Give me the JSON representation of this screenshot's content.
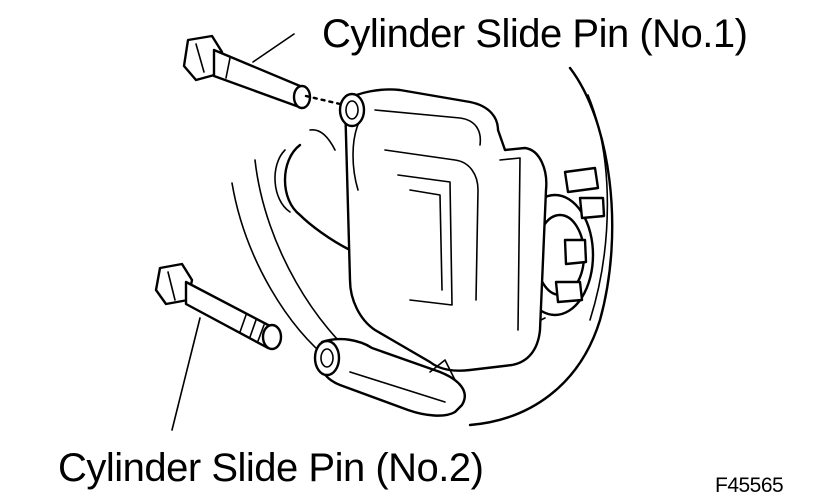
{
  "labels": {
    "pin_no1": "Cylinder Slide Pin (No.1)",
    "pin_no2": "Cylinder Slide Pin (No.2)",
    "figure_code": "F45565"
  },
  "colors": {
    "ink": "#000000",
    "background": "#ffffff"
  }
}
